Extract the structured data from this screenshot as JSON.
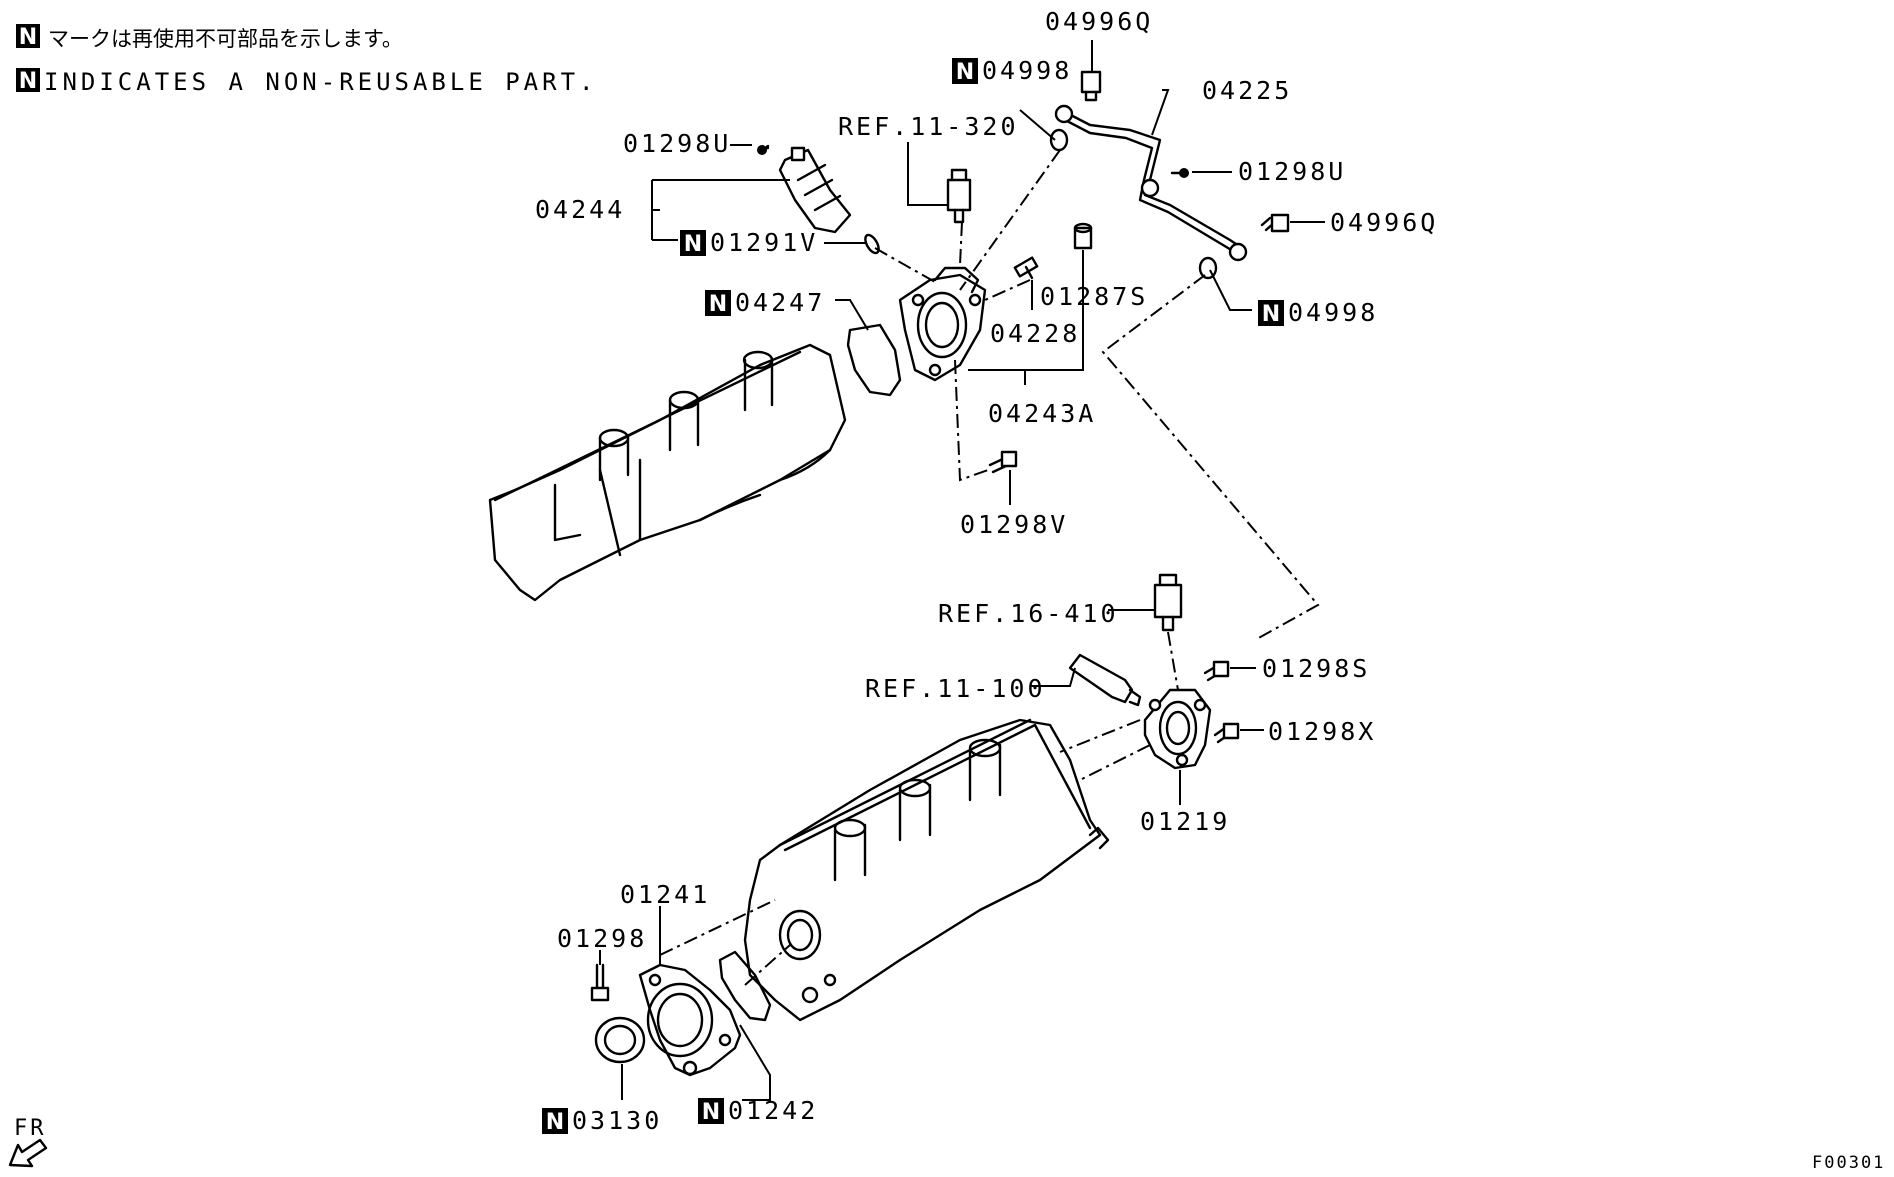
{
  "notes": {
    "mark": "N",
    "japanese": "マークは再使用不可部品を示します。",
    "english": "INDICATES A NON-REUSABLE PART."
  },
  "labels": {
    "p04996Q_top": "04996Q",
    "p04998_top": "04998",
    "p04225": "04225",
    "ref_11_320": "REF.11-320",
    "p01298U_left": "01298U",
    "p01298U_right": "01298U",
    "p04244": "04244",
    "p01291V": "01291V",
    "p04996Q_right": "04996Q",
    "p04247": "04247",
    "p01287S": "01287S",
    "p04228": "04228",
    "p04998_right": "04998",
    "p04243A": "04243A",
    "p01298V": "01298V",
    "ref_16_410": "REF.16-410",
    "p01298S": "01298S",
    "ref_11_100": "REF.11-100",
    "p01298X": "01298X",
    "p01219": "01219",
    "p01241": "01241",
    "p01298": "01298",
    "p03130": "03130",
    "p01242": "01242"
  },
  "direction": "FR",
  "figure_code": "F00301"
}
